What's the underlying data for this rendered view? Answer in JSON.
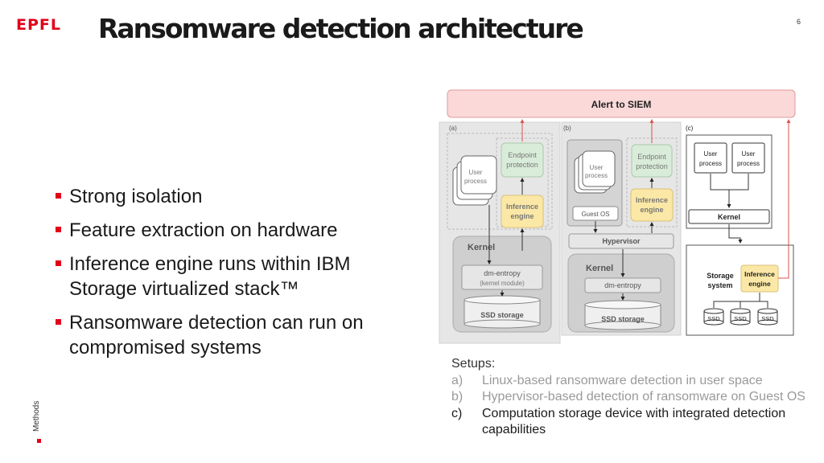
{
  "header": {
    "logo": "EPFL",
    "title": "Ransomware detection architecture",
    "page_number": "6"
  },
  "sidebar": {
    "section_label": "Methods"
  },
  "bullets": [
    {
      "text": "Strong isolation"
    },
    {
      "text": "Feature extraction on hardware"
    },
    {
      "text": "Inference engine runs within IBM Storage virtualized stack™"
    },
    {
      "text": "Ransomware detection can run on compromised systems"
    }
  ],
  "diagram": {
    "alert": "Alert to SIEM",
    "a": {
      "tag": "(a)",
      "user1": "User",
      "user2": "process",
      "endpoint1": "Endpoint",
      "endpoint2": "protection",
      "inference1": "Inference",
      "inference2": "engine",
      "kernel": "Kernel",
      "dm1": "dm-entropy",
      "dm2": "(kernel module)",
      "ssd": "SSD storage"
    },
    "b": {
      "tag": "(b)",
      "user1": "User",
      "user2": "process",
      "guest": "Guest OS",
      "endpoint1": "Endpoint",
      "endpoint2": "protection",
      "inference1": "Inference",
      "inference2": "engine",
      "hypervisor": "Hypervisor",
      "kernel": "Kernel",
      "dm": "dm-entropy",
      "ssd": "SSD storage"
    },
    "c": {
      "tag": "(c)",
      "user1a": "User",
      "user1b": "process",
      "user2a": "User",
      "user2b": "process",
      "kernel": "Kernel",
      "storage1": "Storage",
      "storage2": "system",
      "inference1": "Inference",
      "inference2": "engine",
      "ssd1": "SSD",
      "ssd2": "SSD",
      "ssd3": "SSD"
    }
  },
  "caption": {
    "heading": "Setups:",
    "items": [
      {
        "label": "a)",
        "text": "Linux-based ransomware detection in user space"
      },
      {
        "label": "b)",
        "text": "Hypervisor-based detection of ransomware on Guest OS"
      },
      {
        "label": "c)",
        "text": "Computation storage device with integrated detection capabilities"
      }
    ]
  },
  "colors": {
    "accent": "#e2001a",
    "alert_fill": "#fbd9d9",
    "inference_fill": "#fbe8a6",
    "endpoint_fill": "#d9ecd9"
  }
}
